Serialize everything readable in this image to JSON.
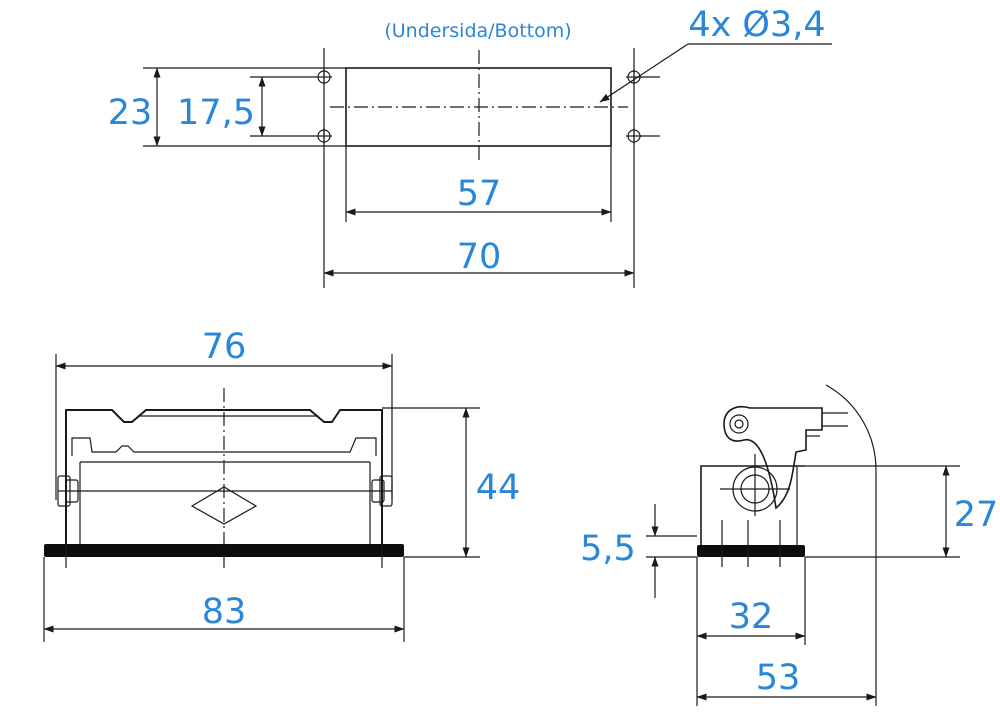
{
  "caption": "(Undersida/Bottom)",
  "colors": {
    "dimension_text": "#2a86d8",
    "line": "#1a1a1a",
    "gasket": "#0d0d0d"
  },
  "dimensions": {
    "hole_callout": "4x Ø3,4",
    "top_height": "23",
    "top_hole_spacing_v": "17,5",
    "top_body_width": "57",
    "top_hole_spacing_h": "70",
    "front_top_width": "76",
    "front_height": "44",
    "front_base_width": "83",
    "side_gasket_thickness": "5,5",
    "side_height": "27",
    "side_base_width": "32",
    "side_total_width": "53"
  }
}
